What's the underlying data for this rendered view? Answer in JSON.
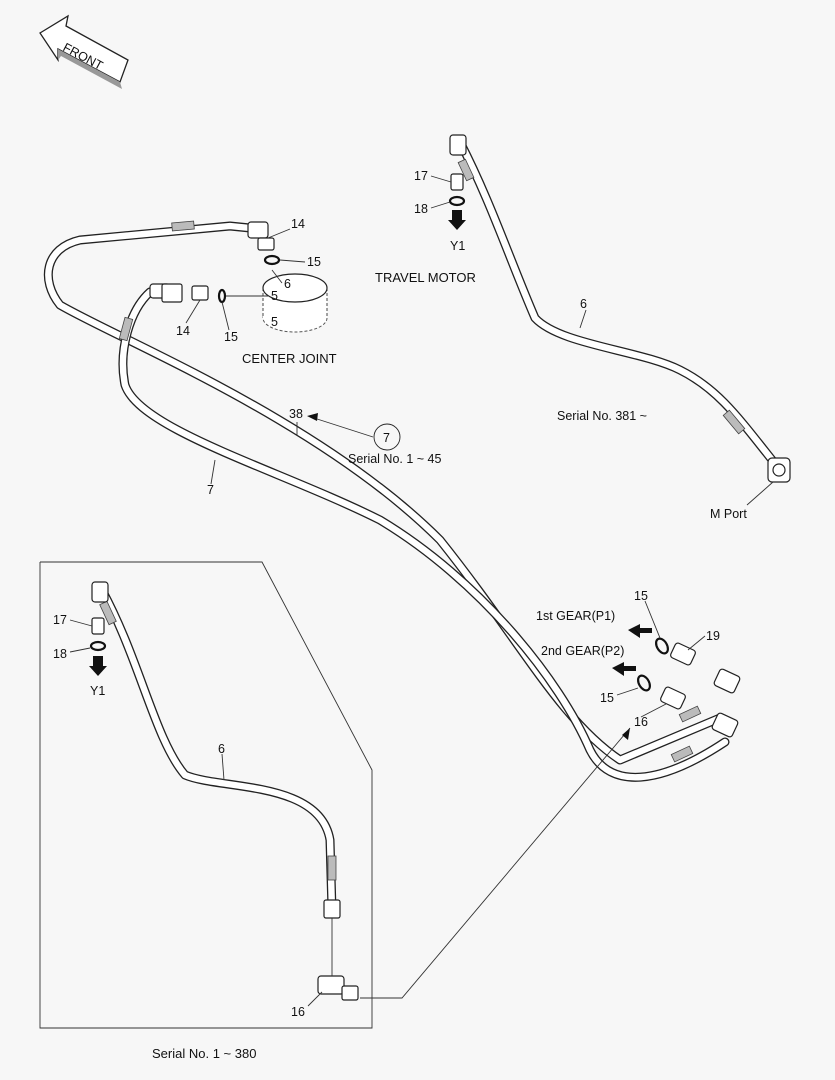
{
  "labels": {
    "front": "FRONT",
    "travel_motor": "TRAVEL MOTOR",
    "center_joint": "CENTER JOINT",
    "serial_381": "Serial No. 381 ~",
    "serial_1_45": "Serial No. 1 ~ 45",
    "serial_1_380": "Serial No. 1 ~ 380",
    "m_port": "M Port",
    "gear_p1": "1st GEAR(P1)",
    "gear_p2": "2nd GEAR(P2)",
    "y1_top": "Y1",
    "y1_inset": "Y1"
  },
  "parts": {
    "p14a": "14",
    "p15a": "15",
    "p6a": "6",
    "p5a": "5",
    "p14b": "14",
    "p15b": "15",
    "p5b": "5",
    "p17a": "17",
    "p18a": "18",
    "p6b": "6",
    "p38": "38",
    "p7circ": "7",
    "p7": "7",
    "p15c": "15",
    "p19": "19",
    "p15d": "15",
    "p16a": "16",
    "p17b": "17",
    "p18b": "18",
    "p6c": "6",
    "p16b": "16"
  }
}
